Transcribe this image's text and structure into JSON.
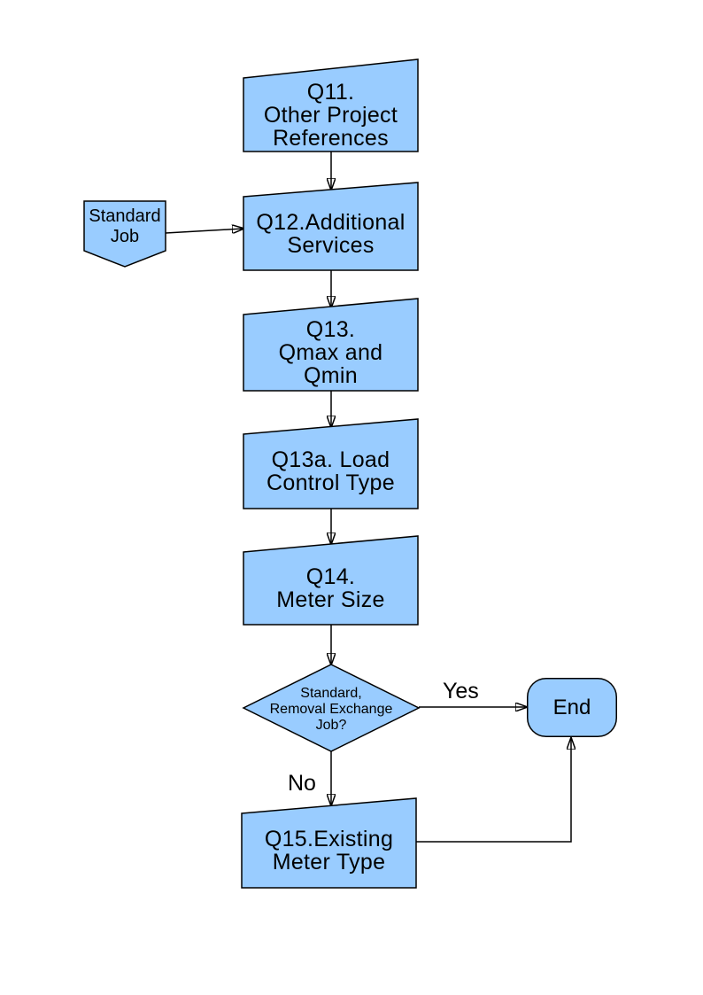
{
  "diagram": {
    "type": "flowchart",
    "colors": {
      "node_fill": "#99CCFF",
      "node_border": "#000000",
      "connector": "#000000",
      "text": "#000000",
      "background": "#FFFFFF"
    },
    "nodes": {
      "q11": {
        "shape": "manual-input",
        "label": "Q11.\nOther Project\nReferences"
      },
      "standard": {
        "shape": "off-page-connector",
        "label": "Standard\nJob"
      },
      "q12": {
        "shape": "manual-input",
        "label": "Q12.Additional\nServices"
      },
      "q13": {
        "shape": "manual-input",
        "label": "Q13.\nQmax and\nQmin"
      },
      "q13a": {
        "shape": "manual-input",
        "label": "Q13a. Load\nControl Type"
      },
      "q14": {
        "shape": "manual-input",
        "label": "Q14.\nMeter Size"
      },
      "decision": {
        "shape": "decision",
        "label": "Standard,\nRemoval Exchange\nJob?"
      },
      "end": {
        "shape": "terminator",
        "label": "End"
      },
      "q15": {
        "shape": "manual-input",
        "label": "Q15.Existing\nMeter Type"
      }
    },
    "edges": [
      {
        "from": "Q11. Other Project References",
        "to": "Q12.Additional Services",
        "label": ""
      },
      {
        "from": "Standard Job",
        "to": "Q12.Additional Services",
        "label": ""
      },
      {
        "from": "Q12.Additional Services",
        "to": "Q13. Qmax and Qmin",
        "label": ""
      },
      {
        "from": "Q13. Qmax and Qmin",
        "to": "Q13a. Load Control Type",
        "label": ""
      },
      {
        "from": "Q13a. Load Control Type",
        "to": "Q14. Meter Size",
        "label": ""
      },
      {
        "from": "Q14. Meter Size",
        "to": "Standard, Removal Exchange Job?",
        "label": ""
      },
      {
        "from": "Standard, Removal Exchange Job?",
        "to": "End",
        "label": "Yes"
      },
      {
        "from": "Standard, Removal Exchange Job?",
        "to": "Q15.Existing Meter Type",
        "label": "No"
      },
      {
        "from": "Q15.Existing Meter Type",
        "to": "End",
        "label": ""
      }
    ]
  }
}
